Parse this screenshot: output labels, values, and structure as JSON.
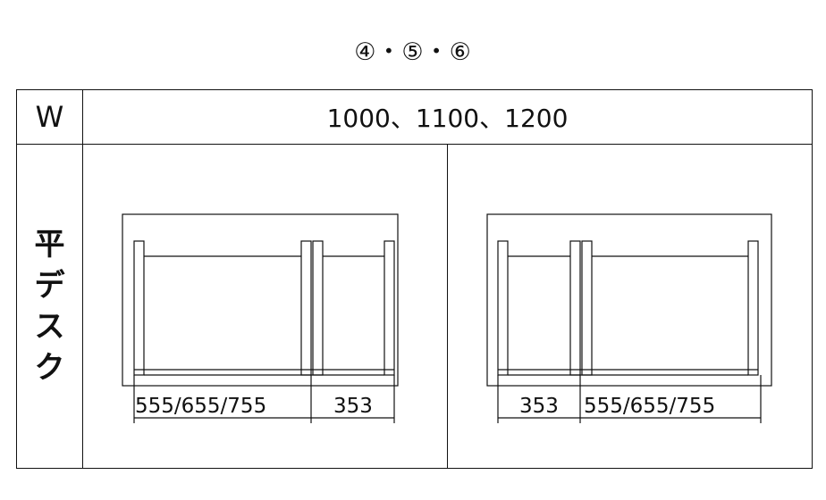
{
  "heading": "④・⑤・⑥",
  "table": {
    "width_label": "W",
    "width_values": "1000、1100、1200",
    "type_label": [
      "平",
      "デ",
      "ス",
      "ク"
    ]
  },
  "diagrams": [
    {
      "name": "left-layout",
      "dim_a": "555/655/755",
      "dim_b": "353"
    },
    {
      "name": "right-layout",
      "dim_a": "353",
      "dim_b": "555/655/755"
    }
  ]
}
